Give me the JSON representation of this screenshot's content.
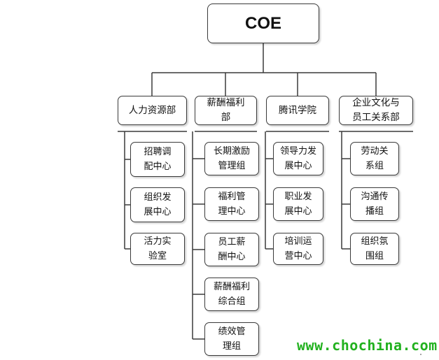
{
  "root": {
    "label": "COE"
  },
  "departments": [
    {
      "name": "人力资源部",
      "children": [
        "招聘调\n配中心",
        "组织发\n展中心",
        "活力实\n验室"
      ]
    },
    {
      "name": "薪酬福利\n部",
      "children": [
        "长期激励\n管理组",
        "福利管\n理中心",
        "员工薪\n酬中心",
        "薪酬福利\n综合组",
        "绩效管\n理组"
      ]
    },
    {
      "name": "腾讯学院",
      "children": [
        "领导力发\n展中心",
        "职业发\n展中心",
        "培训运\n营中心"
      ]
    },
    {
      "name": "企业文化与\n员工关系部",
      "children": [
        "劳动关\n系组",
        "沟通传\n播组",
        "组织氛\n围组"
      ]
    }
  ],
  "watermark": "www.chochina.com",
  "colors": {
    "border": "#3a3a3a",
    "line": "#3a3a3a",
    "watermark": "#22b11f"
  }
}
